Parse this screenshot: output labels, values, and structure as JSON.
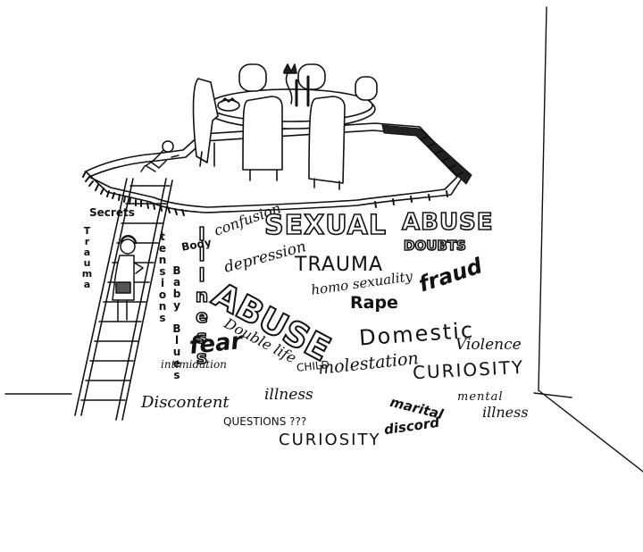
{
  "words": {
    "secrets": "Secrets",
    "trauma_vertical": "Trauma",
    "tensions": "tensions",
    "body": "Body",
    "illness_vertical": "Illness",
    "confusion": "confusion",
    "depression": "depression",
    "sexual_abuse_1": "SEXUAL",
    "sexual_abuse_2": "ABUSE",
    "doubts": "DOUBTS",
    "trauma": "TRAUMA",
    "fraud": "fraud",
    "homosexuality": "homo sexuality",
    "abuse": "ABUSE",
    "rape": "Rape",
    "baby_blues": "Baby Blues",
    "double_life": "Double life",
    "fear": "fear",
    "domestic": "Domestic",
    "violence": "Violence",
    "intimidation": "intimidation",
    "child_molestation_1": "CHILD",
    "child_molestation_2": "molestation",
    "curiosity_1": "CURIOSITY",
    "discontent": "Discontent",
    "illness": "illness",
    "mental_illness_1": "mental",
    "mental_illness_2": "illness",
    "marital_discord_1": "marital",
    "marital_discord_2": "discord",
    "questions": "QUESTIONS ???",
    "curiosity_2": "CURIOSITY"
  }
}
